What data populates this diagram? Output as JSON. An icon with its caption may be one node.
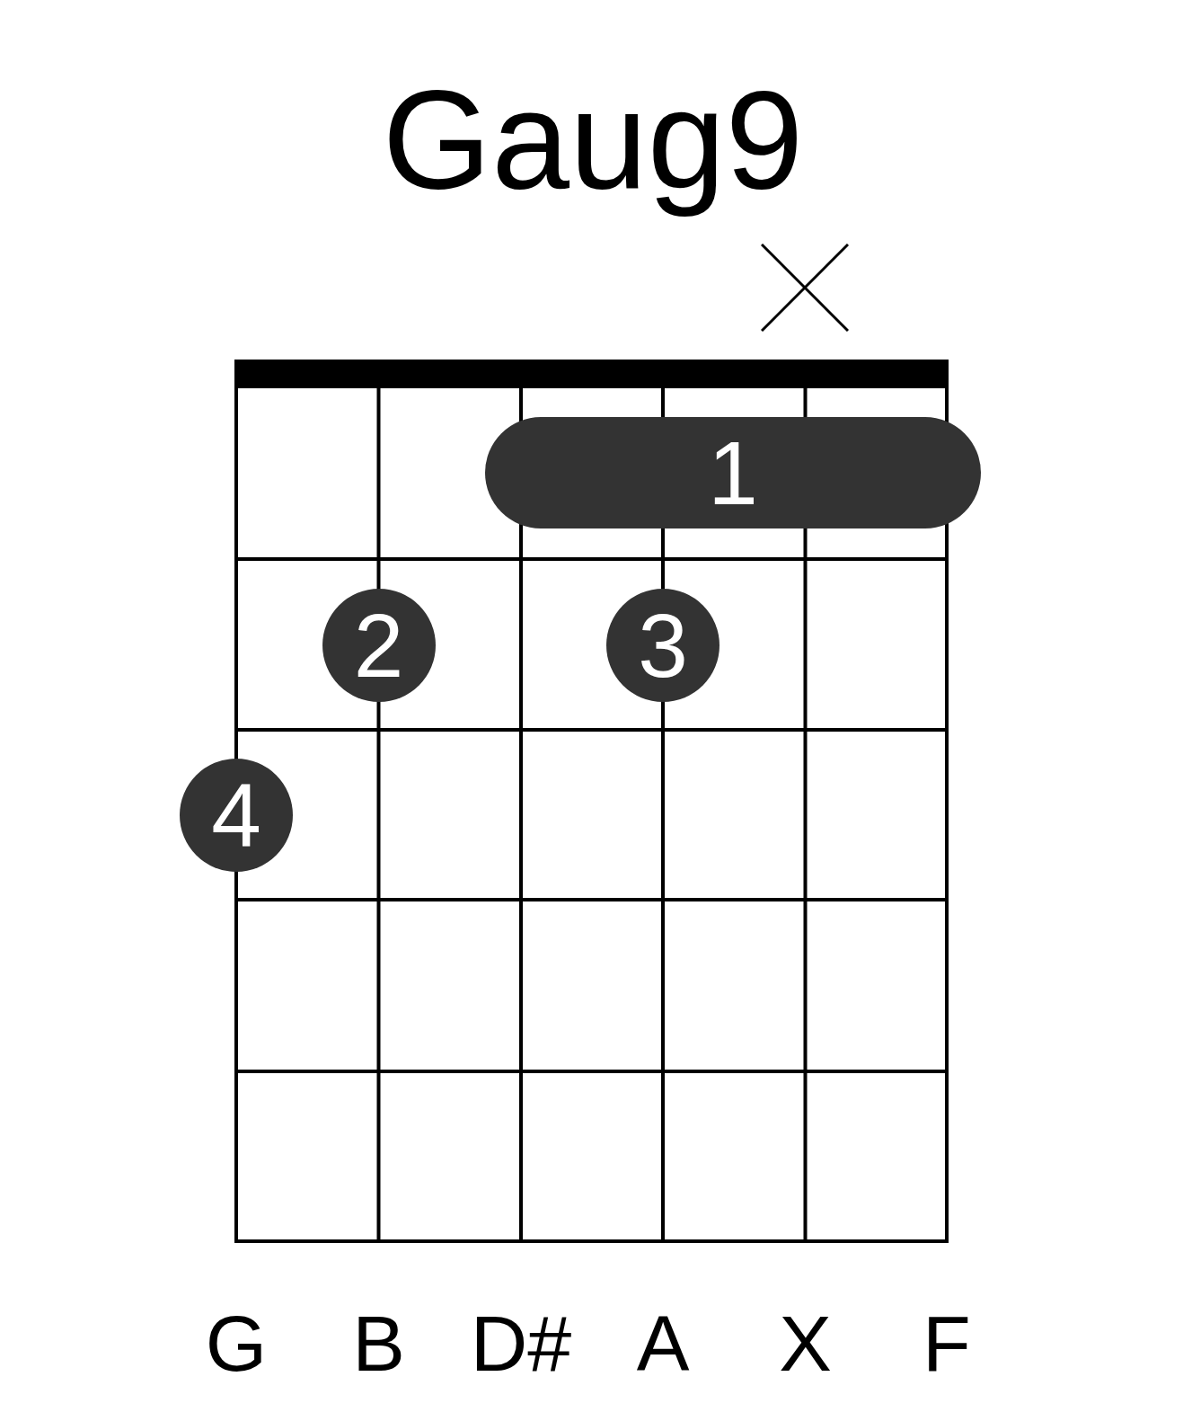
{
  "diagram": {
    "title": "Gaug9",
    "nodes": [
      {
        "text": [
          "1"
        ]
      },
      {
        "text": [
          "2"
        ]
      },
      {
        "text": [
          "3"
        ]
      },
      {
        "text": [
          "4"
        ]
      }
    ],
    "labels": [
      "G",
      "B",
      "D#",
      "A",
      "X",
      "F"
    ]
  }
}
